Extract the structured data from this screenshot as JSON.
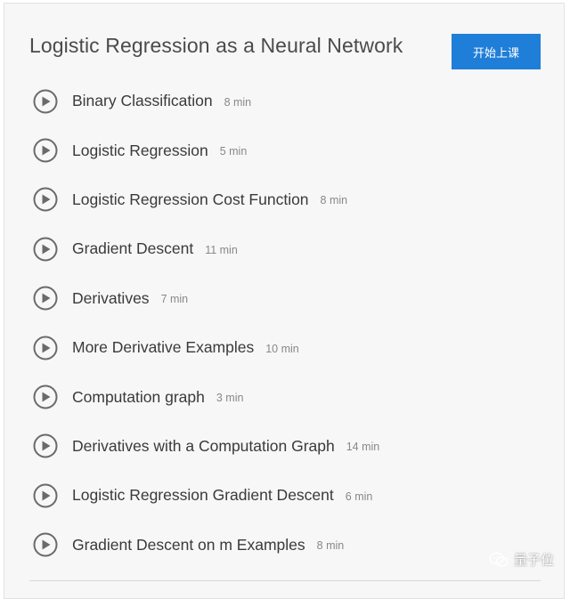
{
  "section": {
    "title": "Logistic Regression as a Neural Network",
    "start_button_label": "开始上课"
  },
  "lessons": [
    {
      "title": "Binary Classification",
      "duration": "8 min",
      "icon": "play-icon"
    },
    {
      "title": "Logistic Regression",
      "duration": "5 min",
      "icon": "play-icon"
    },
    {
      "title": "Logistic Regression Cost Function",
      "duration": "8 min",
      "icon": "play-icon"
    },
    {
      "title": "Gradient Descent",
      "duration": "11 min",
      "icon": "play-icon"
    },
    {
      "title": "Derivatives",
      "duration": "7 min",
      "icon": "play-icon"
    },
    {
      "title": "More Derivative Examples",
      "duration": "10 min",
      "icon": "play-icon"
    },
    {
      "title": "Computation graph",
      "duration": "3 min",
      "icon": "play-icon"
    },
    {
      "title": "Derivatives with a Computation Graph",
      "duration": "14 min",
      "icon": "play-icon"
    },
    {
      "title": "Logistic Regression Gradient Descent",
      "duration": "6 min",
      "icon": "play-icon"
    },
    {
      "title": "Gradient Descent on m Examples",
      "duration": "8 min",
      "icon": "play-icon"
    }
  ],
  "watermark": {
    "text": "量子位",
    "icon": "wechat-icon"
  },
  "colors": {
    "accent": "#1f7ed8",
    "card_background": "#f7f7f7",
    "icon_stroke": "#6a6a6a"
  }
}
